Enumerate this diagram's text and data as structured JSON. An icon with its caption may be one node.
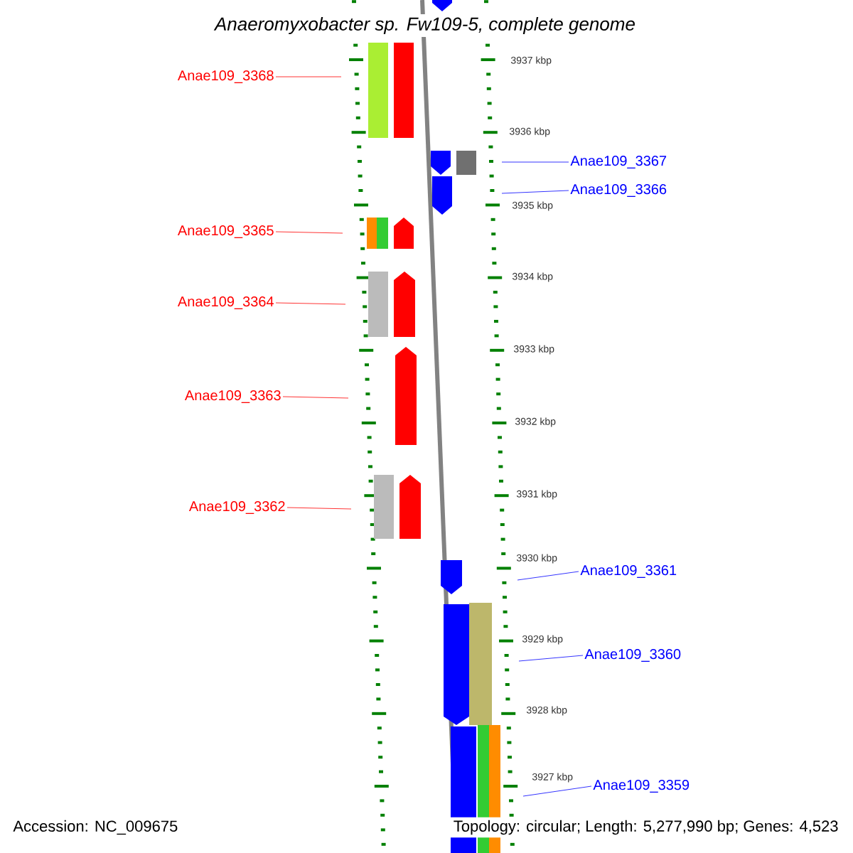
{
  "diagram": {
    "title": "Anaeromyxobacter sp. Fw109-5, complete genome",
    "nodes": [
      {
        "text": [
          "Anae109_3368"
        ]
      },
      {
        "text": [
          "Anae109_3367"
        ]
      },
      {
        "text": [
          "Anae109_3366"
        ]
      },
      {
        "text": [
          "Anae109_3365"
        ]
      },
      {
        "text": [
          "Anae109_3364"
        ]
      },
      {
        "text": [
          "Anae109_3363"
        ]
      },
      {
        "text": [
          "Anae109_3362"
        ]
      },
      {
        "text": [
          "Anae109_3361"
        ]
      },
      {
        "text": [
          "Anae109_3360"
        ]
      },
      {
        "text": [
          "Anae109_3359"
        ]
      }
    ],
    "edges": [
      {
        "from": 0,
        "to": null,
        "arrow": "none",
        "color": "#ff0000"
      },
      {
        "from": 1,
        "to": null,
        "arrow": "none",
        "color": "#0000ff"
      },
      {
        "from": 2,
        "to": null,
        "arrow": "none",
        "color": "#0000ff"
      },
      {
        "from": 3,
        "to": null,
        "arrow": "none",
        "color": "#ff0000"
      },
      {
        "from": 4,
        "to": null,
        "arrow": "none",
        "color": "#ff0000"
      },
      {
        "from": 5,
        "to": null,
        "arrow": "none",
        "color": "#ff0000"
      },
      {
        "from": 6,
        "to": null,
        "arrow": "none",
        "color": "#ff0000"
      },
      {
        "from": 7,
        "to": null,
        "arrow": "none",
        "color": "#0000ff"
      },
      {
        "from": 8,
        "to": null,
        "arrow": "none",
        "color": "#0000ff"
      },
      {
        "from": 9,
        "to": null,
        "arrow": "none",
        "color": "#0000ff"
      }
    ],
    "labels": [
      "3937 kbp",
      "3936 kbp",
      "3935 kbp",
      "3934 kbp",
      "3933 kbp",
      "3932 kbp",
      "3931 kbp",
      "3930 kbp",
      "3929 kbp",
      "3928 kbp",
      "3927 kbp",
      "Accession: NC_009675",
      "Topology: circular; Length: 5,277,990 bp; Genes: 4,523"
    ]
  }
}
